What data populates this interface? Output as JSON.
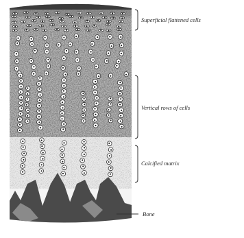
{
  "figure": {
    "labels": [
      "Superficial flattened cells",
      "Vertical rows of cells",
      "Calcified matrix",
      "Bone"
    ]
  }
}
